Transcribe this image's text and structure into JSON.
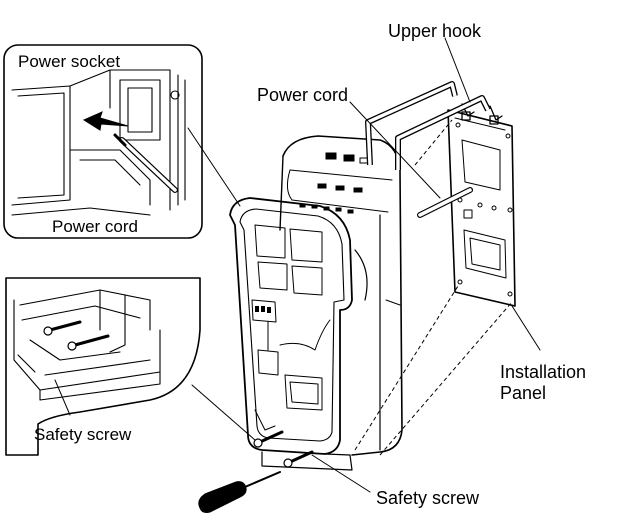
{
  "labels": {
    "upper_hook": "Upper hook",
    "power_cord_main": "Power cord",
    "power_socket": "Power socket",
    "power_cord_inset": "Power cord",
    "installation_panel_line1": "Installation",
    "installation_panel_line2": "Panel",
    "safety_screw_inset": "Safety screw",
    "safety_screw_main": "Safety screw"
  },
  "colors": {
    "line": "#000000",
    "background": "#ffffff"
  }
}
